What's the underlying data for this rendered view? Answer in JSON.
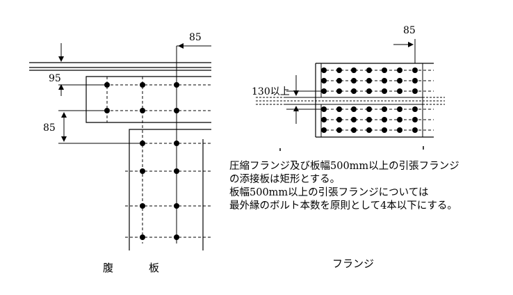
{
  "web": {
    "dim_top": "85",
    "dim_95": "95",
    "dim_85_left": "85",
    "caption_char1": "腹",
    "caption_char2": "板"
  },
  "flange": {
    "dim_top": "85",
    "dim_130": "130以上",
    "caption": "フランジ"
  },
  "note": {
    "lines": [
      "圧縮フランジ及び板幅500mm以上の引張フランジ",
      "の添接板は矩形とする。",
      "板幅500mm以上の引張フランジについては",
      "最外縁のボルト本数を原則として4本以下にする。"
    ]
  }
}
